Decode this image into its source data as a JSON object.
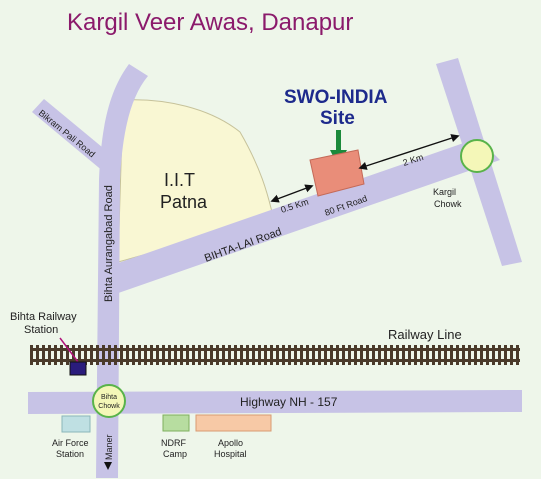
{
  "title": "Kargil  Veer Awas,  Danapur",
  "site": {
    "line1": "SWO-INDIA",
    "line2": "Site"
  },
  "iit": {
    "line1": "I.I.T",
    "line2": "Patna"
  },
  "roads": {
    "bikram_pali": "Bikram Pali Road",
    "bihta_aurangabad": "Bihta Aurangabad Road",
    "bihta_lai": "BIHTA-LAI Road",
    "eighty_ft": "80 Ft Road",
    "highway": "Highway NH - 157",
    "maner": "Maner"
  },
  "distances": {
    "to_80ft": "0.5 Km",
    "to_kargil": "2 Km"
  },
  "places": {
    "kargil_chowk": [
      "Kargil",
      "Chowk"
    ],
    "bihta_chowk": [
      "Bihta",
      "Chowk"
    ],
    "bihta_station": [
      "Bihta Railway",
      "Station"
    ],
    "air_force": [
      "Air Force",
      "Station"
    ],
    "ndrf": [
      "NDRF",
      "Camp"
    ],
    "apollo": [
      "Apollo",
      "Hospital"
    ]
  },
  "railway_label": "Railway Line",
  "colors": {
    "background": "#eef6ea",
    "road": "#c7c3e6",
    "iit_area": "#f9f7d3",
    "site_block": "#e98d79",
    "title": "#8b1a6b",
    "site_label": "#1d2a8c",
    "chowk": "#f4f7b8",
    "chowk_ring": "#59b34a",
    "station": "#2a1c7c",
    "air_force": "#bfe0e3",
    "ndrf": "#b7dda0",
    "apollo": "#f7c9a6",
    "marker": "#b0127a",
    "arrow": "#1b8a3b",
    "railway": "#4a3a2a"
  }
}
